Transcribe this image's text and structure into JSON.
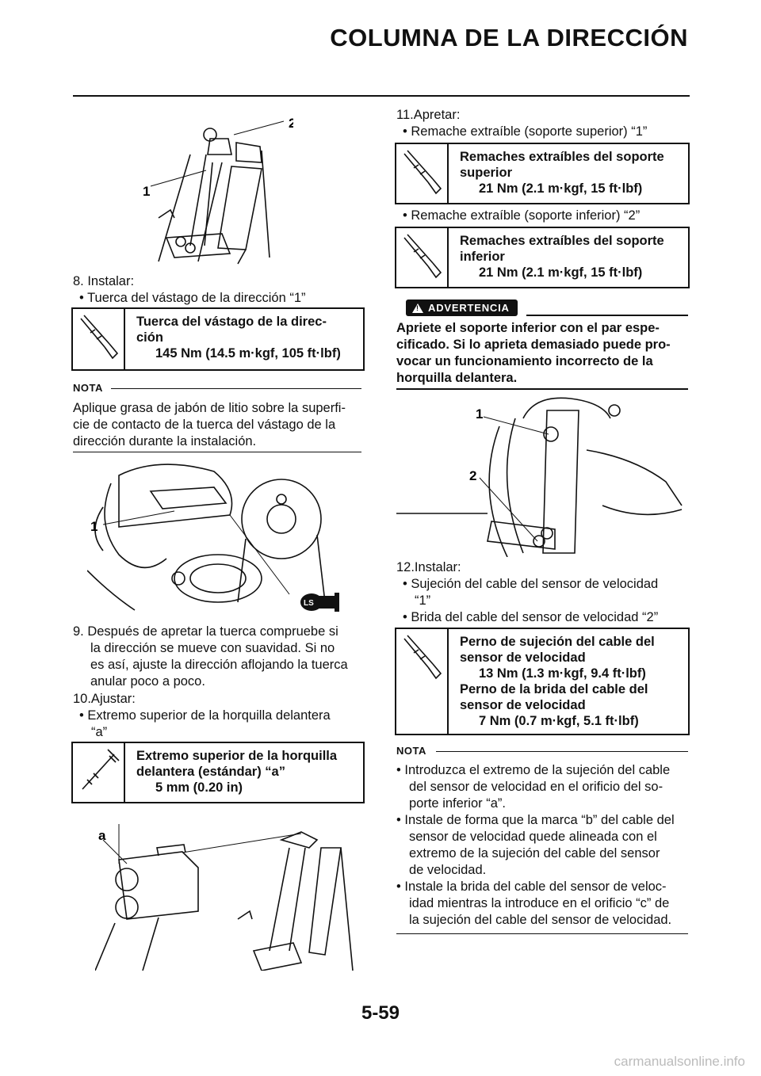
{
  "header": {
    "title": "COLUMNA DE LA DIRECCIÓN"
  },
  "left": {
    "fig1": {
      "labels": [
        "1",
        "2"
      ]
    },
    "step8": {
      "line1": "8.  Instalar:",
      "bullet": "• Tuerca del vástago de la dirección “1”"
    },
    "spec1": {
      "name1": "Tuerca del vástago de la direc-",
      "name2": "ción",
      "value": "145 Nm (14.5 m·kgf, 105 ft·lbf)"
    },
    "nota1": {
      "label": "NOTA",
      "lines": [
        "Aplique grasa de jabón de litio sobre la superfi-",
        "cie de contacto de la tuerca del vástago de la",
        "dirección durante la instalación."
      ]
    },
    "fig2": {
      "labels": [
        "1"
      ],
      "ls_badge": "LS"
    },
    "step9": {
      "lines": [
        "9.  Después de apretar la tuerca compruebe si",
        "la dirección se mueve con suavidad. Si no",
        "es así, ajuste la dirección aflojando la tuerca",
        "anular poco a poco."
      ]
    },
    "step10": {
      "line1": "10.Ajustar:",
      "bullet1": "• Extremo superior de la horquilla delantera",
      "bullet2": "“a”"
    },
    "spec2": {
      "name1": "Extremo superior de la horquilla",
      "name2": "delantera (estándar) “a”",
      "value": "5 mm (0.20 in)"
    },
    "fig3": {
      "labels": [
        "a"
      ]
    }
  },
  "right": {
    "step11": {
      "line1": "11.Apretar:",
      "bullet1": "• Remache extraíble (soporte superior) “1”",
      "bullet2": "• Remache extraíble (soporte inferior) “2”"
    },
    "spec3": {
      "name1": "Remaches extraíbles del soporte",
      "name2": "superior",
      "value": "21 Nm (2.1 m·kgf, 15 ft·lbf)"
    },
    "spec4": {
      "name1": "Remaches extraíbles del soporte",
      "name2": "inferior",
      "value": "21 Nm (2.1 m·kgf, 15 ft·lbf)"
    },
    "warning": {
      "badge": "ADVERTENCIA",
      "lines": [
        "Apriete el soporte inferior con el par espe-",
        "cificado. Si lo aprieta demasiado puede pro-",
        "vocar un funcionamiento incorrecto de la",
        "horquilla delantera."
      ]
    },
    "fig4": {
      "labels": [
        "1",
        "2"
      ]
    },
    "step12": {
      "line1": "12.Instalar:",
      "bullet1a": "• Sujeción del cable del sensor de velocidad",
      "bullet1b": "“1”",
      "bullet2": "• Brida del cable del sensor de velocidad “2”"
    },
    "spec5": {
      "name1": "Perno de sujeción del cable del",
      "name2": "sensor de velocidad",
      "value1": "13 Nm (1.3 m·kgf, 9.4 ft·lbf)",
      "name3": "Perno de la brida del cable del",
      "name4": "sensor de velocidad",
      "value2": "7 Nm (0.7 m·kgf, 5.1 ft·lbf)"
    },
    "nota2": {
      "label": "NOTA",
      "lines": [
        "• Introduzca el extremo de la sujeción del cable",
        "del sensor de velocidad en el orificio del so-",
        "porte inferior “a”.",
        "• Instale de forma que la marca “b” del cable del",
        "sensor de velocidad quede alineada con el",
        "extremo de la sujeción del cable del sensor",
        "de velocidad.",
        "• Instale la brida del cable del sensor de veloc-",
        "idad mientras la introduce en el orificio “c” de",
        "la sujeción del cable del sensor de velocidad."
      ]
    }
  },
  "footer": {
    "page_number": "5-59",
    "watermark": "carmanualsonline.info"
  }
}
